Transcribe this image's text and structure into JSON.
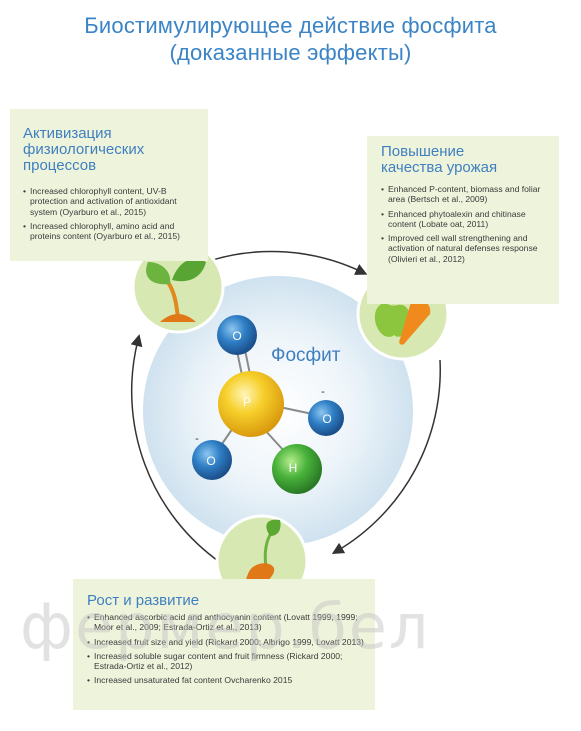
{
  "title": {
    "line1": "Биостимулирующее действие фосфита",
    "line2": "(доказанные эффекты)"
  },
  "center": {
    "label": "Фосфит",
    "atoms": {
      "p": "P",
      "o_top": "O",
      "o_right": "O",
      "o_left": "O",
      "h": "H"
    },
    "charge_right": "-",
    "charge_left": "-"
  },
  "boxes": {
    "physiology": {
      "title_lines": [
        "Активизация",
        "физиологических",
        "процессов"
      ],
      "items": [
        "Increased chlorophyll content, UV-B protection and activation of antioxidant system (Oyarburo et al., 2015)",
        "Increased chlorophyll, amino acid and proteins content (Oyarburo et al., 2015)"
      ]
    },
    "quality": {
      "title_lines": [
        "Повышение",
        "качества урожая"
      ],
      "items": [
        "Enhanced P-content, biomass and foliar area (Bertsch et al., 2009)",
        "Enhanced phytoalexin and chitinase content (Lobate oat, 2011)",
        "Improved cell wall strengthening and activation of natural defenses response (Olivieri et al., 2012)"
      ]
    },
    "growth": {
      "title_lines": [
        "Рост и развитие"
      ],
      "items": [
        "Enhanced ascorbic acid and anthocyanin content (Lovatt 1999, 1999; Moor et al., 2009; Estrada-Ortiz et al., 2013)",
        "Increased fruit size and yield (Rickard 2000; Albrigo 1999, Lovatt 2013)",
        "Increased soluble sugar content and fruit firmness (Rickard 2000; Estrada-Ortiz et al., 2012)",
        "Increased unsaturated fat content Ovcharenko 2015"
      ]
    }
  },
  "watermark": "фермер.бел",
  "colors": {
    "title": "#3b84c6",
    "box_bg": "#eef4dc",
    "icon_circle": "#d7e8b2",
    "phosphorus": "#f2c21b",
    "oxygen": "#2d7bc4",
    "hydrogen": "#4ab33e",
    "arrow": "#333333"
  },
  "icons": [
    "plant-sprout-icon",
    "apple-carrot-icon",
    "seedling-root-icon"
  ]
}
